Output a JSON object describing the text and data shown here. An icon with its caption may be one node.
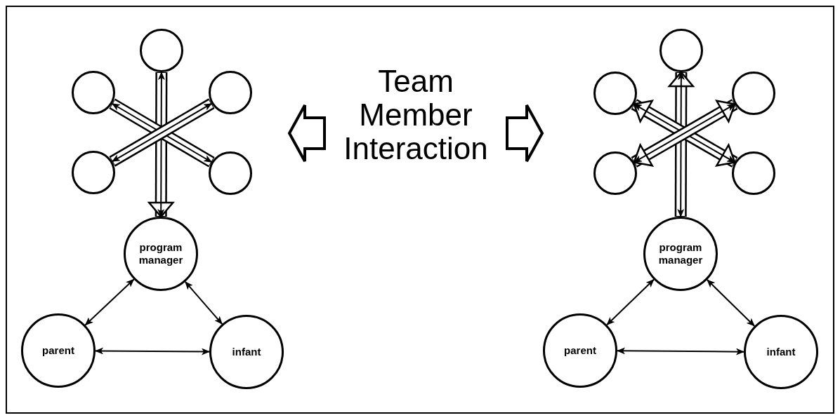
{
  "diagram": {
    "nodes": [
      {
        "text": [],
        "shape": "circle"
      },
      {
        "text": [],
        "shape": "circle"
      },
      {
        "text": [],
        "shape": "circle"
      },
      {
        "text": [],
        "shape": "circle"
      },
      {
        "text": [],
        "shape": "circle"
      },
      {
        "text": [
          "program manager"
        ]
      },
      {
        "text": [
          "parent"
        ]
      },
      {
        "text": [
          "infant"
        ]
      },
      {
        "text": [
          "Team Member Interaction"
        ]
      },
      {
        "text": [],
        "shape": "circle"
      },
      {
        "text": [],
        "shape": "circle"
      },
      {
        "text": [],
        "shape": "circle"
      },
      {
        "text": [],
        "shape": "circle"
      },
      {
        "text": [],
        "shape": "circle"
      },
      {
        "text": [
          "program manager"
        ]
      },
      {
        "text": [
          "parent"
        ]
      },
      {
        "text": [
          "infant"
        ]
      }
    ],
    "edges": [
      {
        "from": 0,
        "to": 5,
        "arrow": "both",
        "style": "thick"
      },
      {
        "from": 1,
        "to": 4,
        "arrow": "both",
        "style": "thick"
      },
      {
        "from": 2,
        "to": 3,
        "arrow": "both",
        "style": "thick"
      },
      {
        "from": 5,
        "to": 6,
        "arrow": "both"
      },
      {
        "from": 5,
        "to": 7,
        "arrow": "both"
      },
      {
        "from": 6,
        "to": 7,
        "arrow": "both"
      },
      {
        "from": 8,
        "to": null,
        "arrow": "to",
        "style": "thick"
      },
      {
        "from": 8,
        "to": null,
        "arrow": "to",
        "style": "thick"
      },
      {
        "from": 9,
        "to": 14,
        "arrow": "both",
        "style": "thick"
      },
      {
        "from": 10,
        "to": 13,
        "arrow": "both",
        "style": "thick"
      },
      {
        "from": 11,
        "to": 12,
        "arrow": "both",
        "style": "thick"
      },
      {
        "from": 14,
        "to": 15,
        "arrow": "both"
      },
      {
        "from": 14,
        "to": 16,
        "arrow": "both"
      },
      {
        "from": 15,
        "to": 16,
        "arrow": "both"
      }
    ]
  }
}
